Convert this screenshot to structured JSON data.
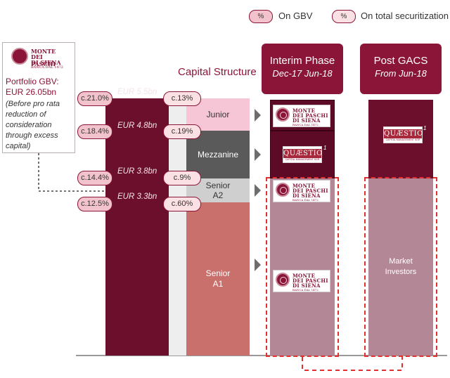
{
  "legend": {
    "gbv_pill": "%",
    "gbv_label": "On GBV",
    "sec_pill": "%",
    "sec_label": "On total securitization"
  },
  "portfolio_box": {
    "logo_line1": "MONTE",
    "logo_line2": "DEI PASCHI",
    "logo_line3": "DI SIENA",
    "logo_tag": "BANCA DAL 1472",
    "gbv_line1": "Portfolio GBV:",
    "gbv_line2": "EUR 26.05bn",
    "note": "(Before pro rata reduction of consideration through excess capital)"
  },
  "capital_structure": {
    "title": "Capital Structure"
  },
  "gbv_pills": [
    "c.21.0%",
    "c.18.4%",
    "c.14.4%",
    "c.12.5%"
  ],
  "eur_labels": [
    "EUR 5.5bn",
    "EUR 4.8bn",
    "EUR 3.8bn",
    "EUR 3.3bn"
  ],
  "sec_pills": [
    "c.13%",
    "c.19%",
    "c.9%",
    "c.60%"
  ],
  "tranches": {
    "junior": "Junior",
    "mezzanine": "Mezzanine",
    "senior_a2": "Senior A2",
    "senior_a1": "Senior A1"
  },
  "phases": {
    "interim": {
      "title": "Interim Phase",
      "subtitle": "Dec-17 Jun-18"
    },
    "post": {
      "title": "Post GACS",
      "subtitle": "From Jun-18"
    }
  },
  "quaestio": {
    "name": "QUÆSTIO",
    "sub": "CAPITAL MANAGEMENT SGR",
    "footnote": "1"
  },
  "market_investors": "Market Investors",
  "colors": {
    "bordeaux": "#6b0f2c",
    "phase_header": "#8b1538",
    "junior": "#f6c6d6",
    "mezzanine": "#5a5a5a",
    "senior_a2": "#cfcfcf",
    "senior_a1": "#c9706c",
    "pool": "#b48797",
    "dashed": "#e03030"
  }
}
